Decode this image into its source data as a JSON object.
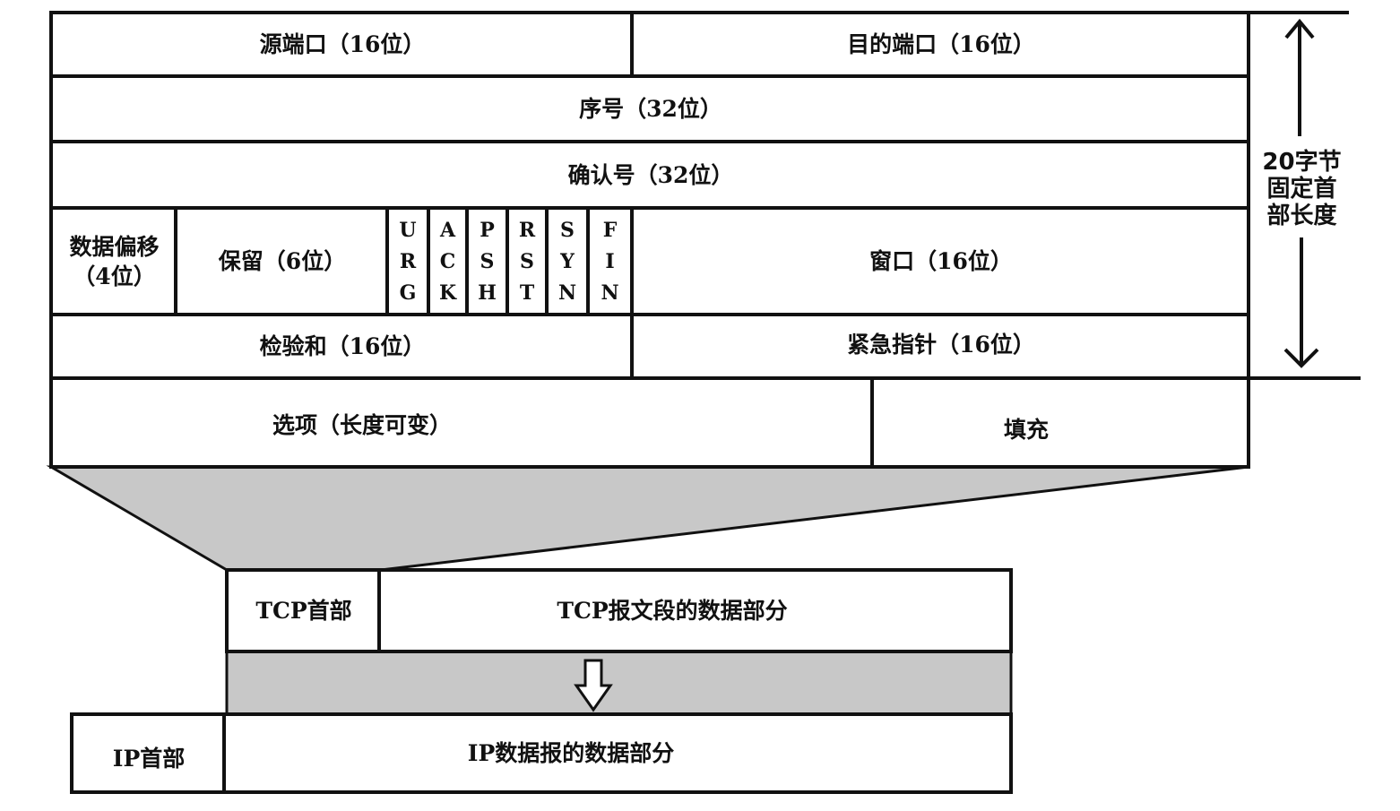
{
  "header": {
    "source_port": "源端口（16位）",
    "dest_port": "目的端口（16位）",
    "seq": "序号（32位）",
    "ack_num": "确认号（32位）",
    "data_offset_line1": "数据偏移",
    "data_offset_line2": "（4位）",
    "reserved": "保留（6位）",
    "flags": [
      {
        "letters": [
          "U",
          "R",
          "G"
        ]
      },
      {
        "letters": [
          "A",
          "C",
          "K"
        ]
      },
      {
        "letters": [
          "P",
          "S",
          "H"
        ]
      },
      {
        "letters": [
          "R",
          "S",
          "T"
        ]
      },
      {
        "letters": [
          "S",
          "Y",
          "N"
        ]
      },
      {
        "letters": [
          "F",
          "I",
          "N"
        ]
      }
    ],
    "window": "窗口（16位）",
    "checksum": "检验和（16位）",
    "urgent_pointer": "紧急指针（16位）",
    "options": "选项（长度可变）",
    "padding": "填充"
  },
  "side_label": {
    "line1": "20字节",
    "line2": "固定首",
    "line3": "部长度"
  },
  "tcp_segment": {
    "header": "TCP首部",
    "data": "TCP报文段的数据部分"
  },
  "ip_datagram": {
    "header": "IP首部",
    "data": "IP数据报的数据部分"
  },
  "colors": {
    "line": "#111111",
    "fill_gray": "#c8c8c8"
  }
}
